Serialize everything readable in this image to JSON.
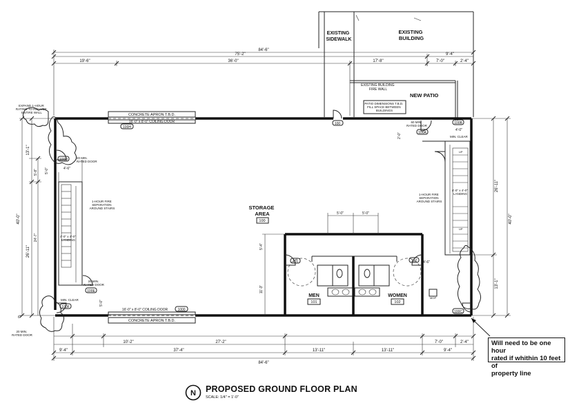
{
  "labels": {
    "existing_sidewalk": [
      "EXISTING",
      "SIDEWALK"
    ],
    "existing_building": [
      "EXISTING",
      "BUILDING"
    ],
    "new_patio": "NEW PATIO",
    "existing_fire_wall": [
      "EXISTING BUILDING",
      "FIRE WALL"
    ],
    "patio_note": [
      "PATIO DIMENSIONS T.B.D.",
      "FILL SPACE BETWEEN",
      "BUILDINGS"
    ],
    "storage_area": [
      "STORAGE",
      "AREA"
    ],
    "storage_num": "100",
    "men": "MEN",
    "men_num": "101",
    "women": "WOMEN",
    "women_num": "102",
    "men_tag": "101",
    "women_tag": "102",
    "concrete_apron": "CONCRETE APRON T.B.D.",
    "coiling_door": "16'-0\" x 8'-0\" COILING DOOR",
    "door_100h": "100H",
    "door_1000": "1000",
    "door_100": "100",
    "door_100a": "100A",
    "door_100b": "100B",
    "door_100c": "100C",
    "door_100d": "100D",
    "door_100e": "100E",
    "door_100f": "100F",
    "rated_door_20": [
      "20 MIN.",
      "RATED DOOR"
    ],
    "rated_door_60": [
      "60 MIN.",
      "RATED DOOR"
    ],
    "expand_note": [
      "EXPAND 1-HOUR",
      "RATING TO INCLUDE",
      "ENTIRE WALL"
    ],
    "fire_sep_left": [
      "1-HOUR FIRE",
      "SEPARATION",
      "AROUND STAIRS"
    ],
    "fire_sep_right": [
      "1-HOUR FIRE",
      "SEPARATION",
      "AROUND STAIRS"
    ],
    "landing": "LANDING",
    "landing_dim": "4'-0\" x 4'-0\"",
    "min_clear": "MIN. CLEAR",
    "up": "UP",
    "mop": "MOP",
    "scale_note": "SCALE: 1/4\" = 1'-0\""
  },
  "dimensions": {
    "top_overall": "84'-6\"",
    "top_75": "75'-2\"",
    "top_9_4": "9'-4\"",
    "top_19_6": "19'-6\"",
    "top_36": "36'-0\"",
    "top_17_8": "17'-8\"",
    "top_7_0": "7'-0\"",
    "top_2_4": "2'-4\"",
    "bottom_overall": "84'-6\"",
    "bottom_9_4a": "9'-4\"",
    "bottom_37_4": "37'-4\"",
    "bottom_13_11a": "13'-11\"",
    "bottom_13_11b": "13'-11\"",
    "bottom_9_4b": "9'-4\"",
    "bottom_10_2": "10'-2\"",
    "bottom_27_2": "27'-2\"",
    "bottom_7_0": "7'-0\"",
    "bottom_2_4": "2'-4\"",
    "left_40": "40'-0\"",
    "left_13_1": "13'-1\"",
    "left_26_11": "26'-11\"",
    "left_24_7": "24'-7\"",
    "left_5_8": "5'-8\"",
    "left_5_0": "5'-0\"",
    "right_40": "40'-0\"",
    "right_26_11": "26'-11\"",
    "right_13_1": "13'-1\"",
    "rest_5_0a": "5'-0\"",
    "rest_5_0b": "5'-0\"",
    "rest_11_3": "11'-3\"",
    "rest_5_4": "5'-4\"",
    "rest_4_6": "4'-6\"",
    "stair_4_0": "4'-0\"",
    "stair_4_6": "4'-6\"",
    "misc_5_0": "5'-0\"",
    "misc_2_0": "2'-0\"",
    "misc_6": "6\""
  },
  "note": [
    "Will need to be one hour",
    "rated if whithin 10 feet of",
    "property line"
  ],
  "title": {
    "main": "PROPOSED GROUND FLOOR PLAN",
    "scale": "SCALE: 1/4\" = 1'-0\"",
    "north_letter": "N"
  }
}
